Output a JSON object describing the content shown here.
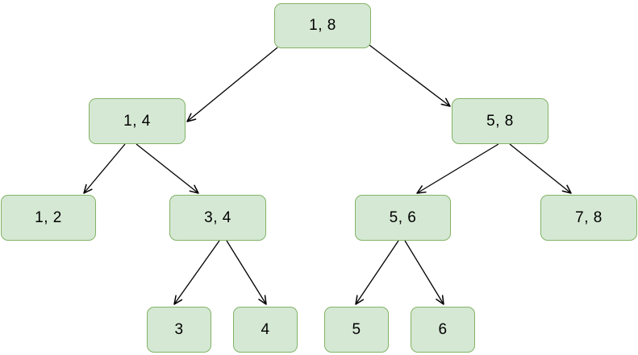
{
  "diagram": {
    "type": "segment-interval-tree",
    "colors": {
      "background": "#ffffff",
      "node_fill": "#d5e8d4",
      "node_stroke": "#82b366",
      "edge": "#000000",
      "text": "#000000"
    },
    "nodes": [
      {
        "id": "n18",
        "label": "1, 8"
      },
      {
        "id": "n14",
        "label": "1, 4"
      },
      {
        "id": "n58",
        "label": "5, 8"
      },
      {
        "id": "n12",
        "label": "1, 2"
      },
      {
        "id": "n34",
        "label": "3, 4"
      },
      {
        "id": "n56",
        "label": "5, 6"
      },
      {
        "id": "n78",
        "label": "7, 8"
      },
      {
        "id": "n3",
        "label": "3"
      },
      {
        "id": "n4",
        "label": "4"
      },
      {
        "id": "n5",
        "label": "5"
      },
      {
        "id": "n6",
        "label": "6"
      }
    ],
    "edges": [
      {
        "from": "n18",
        "to": "n14"
      },
      {
        "from": "n18",
        "to": "n58"
      },
      {
        "from": "n14",
        "to": "n12"
      },
      {
        "from": "n14",
        "to": "n34"
      },
      {
        "from": "n58",
        "to": "n56"
      },
      {
        "from": "n58",
        "to": "n78"
      },
      {
        "from": "n34",
        "to": "n3"
      },
      {
        "from": "n34",
        "to": "n4"
      },
      {
        "from": "n56",
        "to": "n5"
      },
      {
        "from": "n56",
        "to": "n6"
      }
    ]
  }
}
